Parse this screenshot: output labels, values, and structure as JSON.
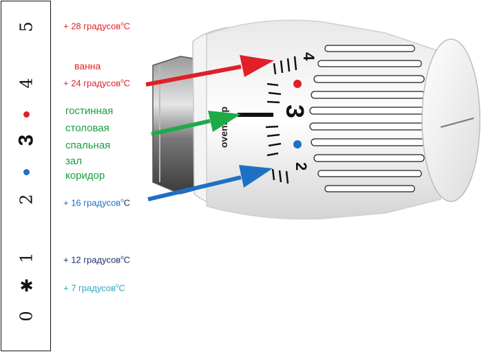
{
  "scale": {
    "marks": [
      "5",
      "4",
      "3",
      "2",
      "1",
      "✱",
      "0"
    ],
    "dot_red": "#e01f26",
    "dot_blue": "#1f6fc5"
  },
  "temperatures": {
    "t5": "+ 28 градусов",
    "t4": "+ 24 градусов",
    "t2": "+ 16 градусов",
    "t1": "+ 12 градусов",
    "t_star": "+ 7 градусов",
    "degree": "о",
    "unit": "С"
  },
  "rooms": {
    "bath": "ванна",
    "living": "гостинная",
    "dining": "столовая",
    "bedroom": "спальная",
    "hall": "зал",
    "corridor": "коридор"
  },
  "knob": {
    "brand": "oventrop",
    "n4": "4",
    "n3": "3",
    "n2": "2"
  },
  "colors": {
    "red": "#e01f26",
    "green": "#1faa4a",
    "blue": "#1f6fc5",
    "navy": "#1d2f6b",
    "cyan": "#2aa8c2"
  }
}
